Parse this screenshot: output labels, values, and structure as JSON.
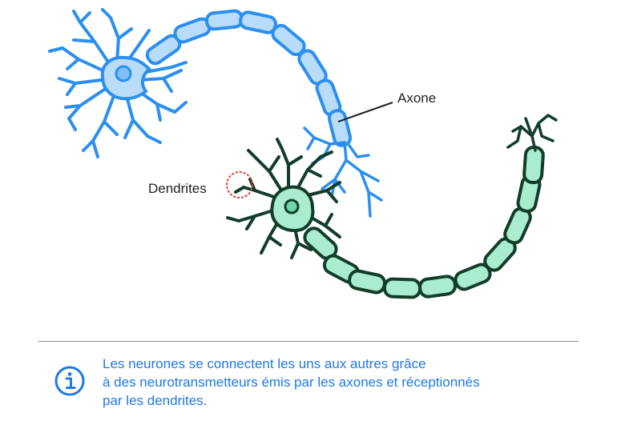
{
  "labels": {
    "axone": "Axone",
    "dendrites": "Dendrites"
  },
  "info": {
    "icon": "info-icon",
    "lines": [
      "Les neurones se connectent les uns aux autres grâce",
      "à des neurotransmetteurs émis par les axones et réceptionnés",
      "par les dendrites."
    ]
  },
  "colors": {
    "neuron_1": "#2b8ff0",
    "neuron_1_fill": "#b9dcfb",
    "neuron_2": "#123d2a",
    "neuron_2_fill": "#a9ecd0",
    "highlight_circle": "#d9413a",
    "info_text": "#1f78e8",
    "divider": "#8a8a8a"
  }
}
